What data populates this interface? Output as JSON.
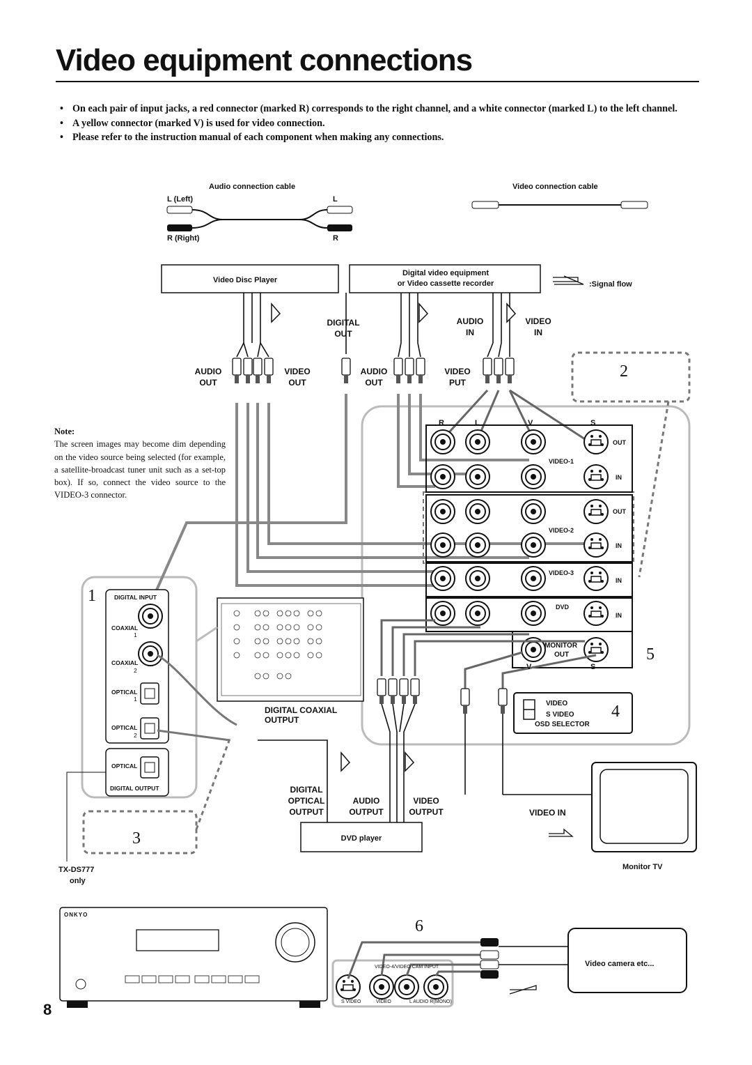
{
  "page": {
    "title": "Video equipment connections",
    "page_number": "8"
  },
  "bullets": [
    "On each pair of input jacks, a red connector (marked R) corresponds to the right channel, and a white connector (marked L) to the left channel.",
    "A yellow connector (marked V) is used for video connection.",
    "Please refer to the instruction manual of each component when making any connections."
  ],
  "cables": {
    "audio_title": "Audio connection cable",
    "left": "L (Left)",
    "l": "L",
    "right": "R (Right)",
    "r": "R",
    "video_title": "Video connection cable"
  },
  "devices": {
    "video_disc_player": "Video Disc Player",
    "digital_video_line1": "Digital video equipment",
    "digital_video_line2": "or Video cassette recorder",
    "signal_flow": ":Signal flow",
    "dvd_player": "DVD player",
    "monitor_tv": "Monitor TV",
    "video_camera": "Video camera etc..."
  },
  "jack_labels": {
    "audio": "AUDIO",
    "video": "VIDEO",
    "out": "OUT",
    "in": "IN",
    "put": "PUT",
    "digital": "DIGITAL",
    "optical": "OPTICAL",
    "output": "OUTPUT",
    "video_in": "VIDEO IN",
    "digital_coaxial_output_1": "DIGITAL COAXIAL",
    "digital_coaxial_output_2": "OUTPUT"
  },
  "panel": {
    "r": "R",
    "l": "L",
    "v": "V",
    "s": "S",
    "video1": "VIDEO-1",
    "video2": "VIDEO-2",
    "video3": "VIDEO-3",
    "dvd": "DVD",
    "monitor": "MONITOR",
    "monitor_out": "OUT",
    "selector_video": "VIDEO",
    "selector_svideo": "S VIDEO",
    "osd_selector": "OSD SELECTOR"
  },
  "digital_panel": {
    "digital_input": "DIGITAL INPUT",
    "coaxial": "COAXIAL",
    "optical": "OPTICAL",
    "one": "1",
    "two": "2",
    "digital_output": "DIGITAL OUTPUT",
    "model_note_1": "TX-DS777",
    "model_note_2": "only"
  },
  "front_panel": {
    "brand": "ONKYO",
    "video4_input": "VIDEO-4/VIDEO CAM INPUT",
    "svideo": "S VIDEO",
    "video": "VIDEO",
    "audio_lr": "L AUDIO R(MONO)"
  },
  "note": {
    "title": "Note:",
    "text": "The screen images may become dim depending on the video source being selected (for example, a satellite-broadcast tuner unit such as a set-top box). If so, connect the video source to the VIDEO-3 connector."
  },
  "step_numbers": [
    "1",
    "2",
    "3",
    "4",
    "5",
    "6"
  ]
}
